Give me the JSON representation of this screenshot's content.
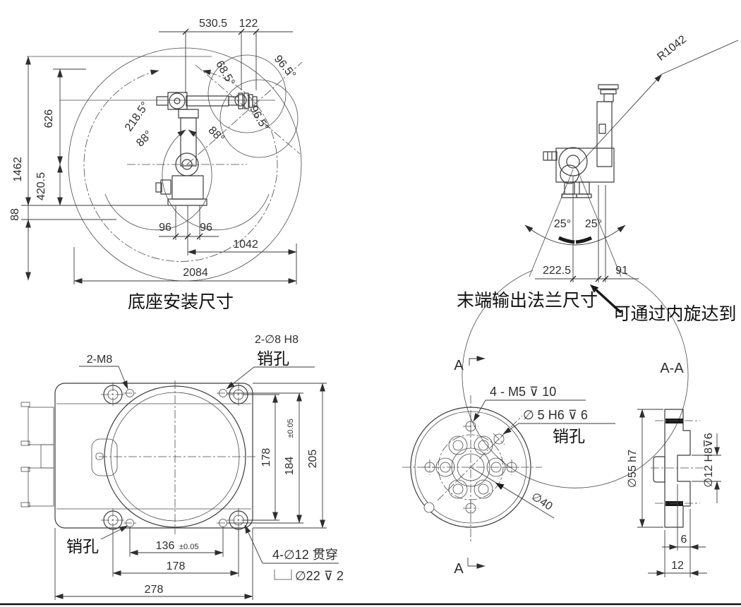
{
  "drawing": {
    "base_mount": {
      "title": "底座安装尺寸",
      "d530_5": "530.5",
      "d122": "122",
      "d1462": "1462",
      "d626": "626",
      "d420_5": "420.5",
      "d88": "88",
      "d96_left": "96",
      "d96_right": "96",
      "d1042": "1042",
      "d2084": "2084",
      "a218_5": "218.5°",
      "a88_left": "88°",
      "a88_right": "88°",
      "a68_5": "68.5°",
      "a96_5_upper": "96.5°",
      "a96_5_lower": "96.5°"
    },
    "flange_reach": {
      "title": "末端输出法兰尺寸",
      "note": "可通过内旋达到",
      "r1042": "R1042",
      "a25_left": "25°",
      "a25_right": "25°",
      "d222_5": "222.5",
      "d91": "91"
    },
    "base_plate": {
      "label_m8": "2-M8",
      "label_pin8": "2-∅8 H8",
      "pin_top": "销孔",
      "pin_bottom": "销孔",
      "label_through": "4-∅12 贯穿",
      "label_cbore": "∅22 ⊽ 2",
      "d178_right": "178",
      "d184": "184",
      "d184_tol": "±0.05",
      "d205": "205",
      "d136": "136",
      "d136_tol": "±0.05",
      "d178_bottom": "178",
      "d278": "278"
    },
    "flange_face": {
      "marker_top": "A",
      "marker_bottom": "A",
      "label_m5": "4 - M5 ⊽ 10",
      "label_pin5": "∅ 5 H6 ⊽ 6",
      "label_pin": "销孔",
      "d40": "∅40"
    },
    "section_aa": {
      "title": "A-A",
      "d55": "∅55 h7",
      "d12_bore": "∅12 H8⊽6",
      "d6": "6",
      "d12": "12"
    }
  }
}
